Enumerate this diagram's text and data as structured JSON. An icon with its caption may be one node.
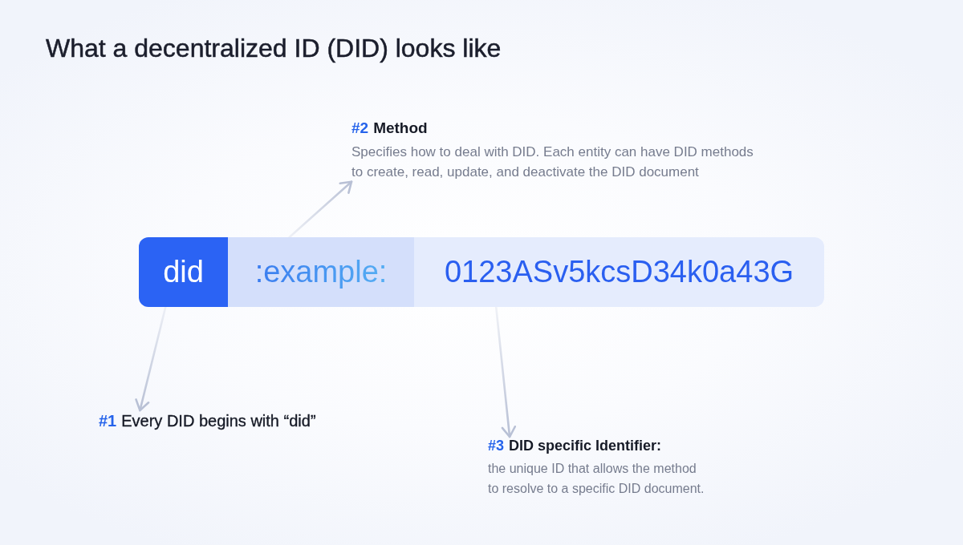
{
  "diagram": {
    "title": "What a decentralized ID (DID) looks like",
    "nodes": [
      {
        "text": [
          "#2",
          "Method",
          "Specifies how to deal with DID. Each entity can have DID methods to create, read, update, and deactivate the DID document"
        ]
      },
      {
        "text": [
          "did"
        ]
      },
      {
        "text": [
          ":example:"
        ]
      },
      {
        "text": [
          "0123ASv5kcsD34k0a43G"
        ]
      },
      {
        "text": [
          "#1",
          "Every DID begins with “did”"
        ]
      },
      {
        "text": [
          "#3",
          "DID specific Identifier:",
          "the unique ID that allows the method to resolve to a specific DID document."
        ]
      }
    ],
    "edges": [
      {
        "from": 2,
        "to": 0,
        "arrow": "to"
      },
      {
        "from": 1,
        "to": 4,
        "arrow": "to"
      },
      {
        "from": 3,
        "to": 5,
        "arrow": "to"
      }
    ]
  }
}
